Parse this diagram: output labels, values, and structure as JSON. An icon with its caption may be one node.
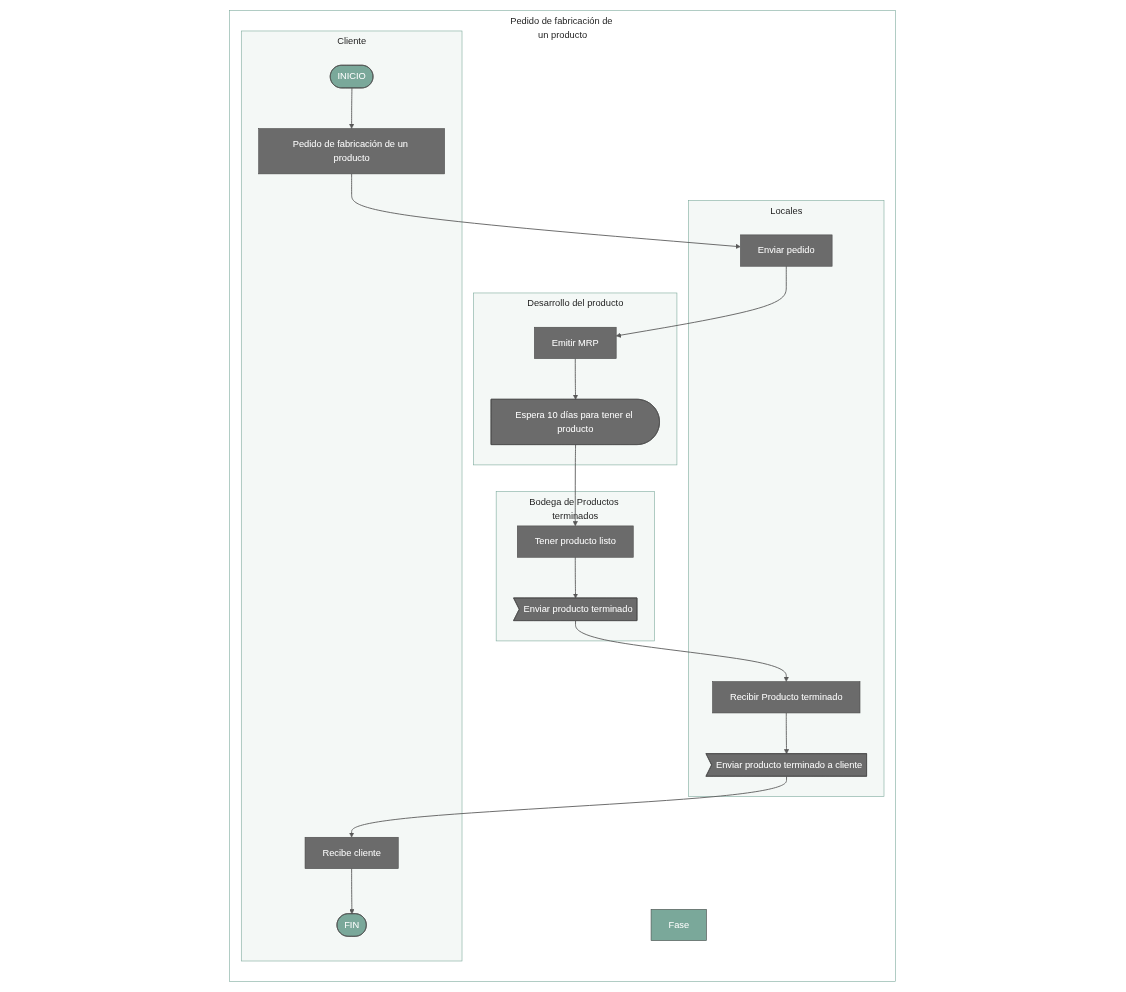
{
  "diagram": {
    "nodes": [
      {
        "text": [
          "Pedido de fabricación de un producto"
        ]
      },
      {
        "text": [
          "Fase"
        ],
        "in": 0
      },
      {
        "text": [
          "Cliente"
        ],
        "in": 0
      },
      {
        "text": [
          "Locales"
        ],
        "in": 0
      },
      {
        "text": [
          "Desarrollo del producto"
        ],
        "in": 0
      },
      {
        "text": [
          "Bodega de Productos terminados"
        ],
        "in": 0
      },
      {
        "text": [
          "INICIO"
        ],
        "in": 2
      },
      {
        "text": [
          "Pedido de fabricación de un producto"
        ],
        "in": 2
      },
      {
        "text": [
          "Enviar pedido"
        ],
        "in": 3
      },
      {
        "text": [
          "Emitir MRP"
        ],
        "in": 4
      },
      {
        "text": [
          "Espera 10 días para tener el producto"
        ],
        "in": 4
      },
      {
        "text": [
          "Tener producto listo"
        ],
        "in": 5
      },
      {
        "text": [
          "Enviar producto terminado"
        ],
        "in": 5
      },
      {
        "text": [
          "Recibir Producto terminado"
        ],
        "in": 3
      },
      {
        "text": [
          "Enviar producto terminado a cliente"
        ],
        "in": 3
      },
      {
        "text": [
          "Recibe cliente"
        ],
        "in": 2
      },
      {
        "text": [
          "FIN"
        ],
        "in": 2
      }
    ],
    "edges": [
      {
        "from": 6,
        "to": 7,
        "arrow": "to"
      },
      {
        "from": 7,
        "to": 8,
        "arrow": "to"
      },
      {
        "from": 8,
        "to": 9,
        "arrow": "to"
      },
      {
        "from": 9,
        "to": 10,
        "arrow": "to"
      },
      {
        "from": 10,
        "to": 11,
        "arrow": "to"
      },
      {
        "from": 11,
        "to": 12,
        "arrow": "to"
      },
      {
        "from": 12,
        "to": 13,
        "arrow": "to"
      },
      {
        "from": 13,
        "to": 14,
        "arrow": "to"
      },
      {
        "from": 14,
        "to": 15,
        "arrow": "to"
      },
      {
        "from": 15,
        "to": 16,
        "arrow": "to"
      }
    ]
  }
}
